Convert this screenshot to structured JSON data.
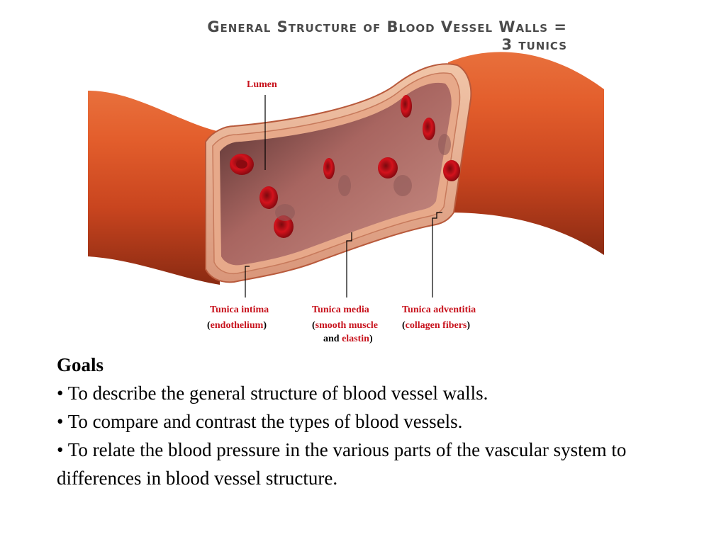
{
  "title": {
    "line1": "General Structure of Blood Vessel Walls =",
    "line2": "3 tunics"
  },
  "labels": {
    "lumen": "Lumen",
    "intima": "Tunica intima",
    "intima_sub": "endothelium",
    "media": "Tunica media",
    "media_sub1": "smooth muscle",
    "media_and": "and",
    "media_sub2": "elastin",
    "adventitia": "Tunica adventitia",
    "adventitia_sub": "collagen fibers"
  },
  "goals": {
    "heading": "Goals",
    "items": [
      "• To describe the general structure of blood vessel walls.",
      "• To compare and contrast the types of blood vessels.",
      "• To relate the blood pressure in the various parts of the vascular system to differences in blood vessel structure."
    ]
  },
  "colors": {
    "vessel": "#d9542a",
    "vessel_dark": "#8a2710",
    "lumen": "#8c4a42",
    "blood_cell": "#c8101a",
    "label_red": "#c8141e"
  }
}
